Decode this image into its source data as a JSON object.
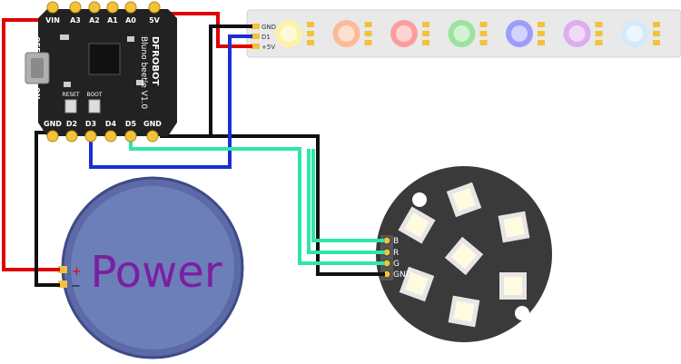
{
  "board": {
    "brand": "DFROBOT",
    "model": "Bluno beetle V1.0",
    "top_pins": [
      "VIN",
      "A3",
      "A2",
      "A1",
      "A0",
      "5V"
    ],
    "bottom_pins": [
      "GND",
      "D2",
      "D3",
      "D4",
      "D5",
      "GND"
    ],
    "switch_off": "OFF",
    "switch_on": "ON",
    "reset_label": "RESET",
    "boot_label": "BOOT"
  },
  "strip": {
    "pins": [
      "GND",
      "D1",
      "+5V"
    ],
    "led_colors": [
      "#fff59d",
      "#ffb38a",
      "#ff8f8f",
      "#8fe08f",
      "#8f8fff",
      "#d9a3f0",
      "#cfeaff"
    ]
  },
  "power": {
    "label": "Power",
    "plus": "+",
    "minus": "−",
    "label_color": "#7b1fa2",
    "fill_color": "#6d7fb8"
  },
  "ring": {
    "pins": [
      "B",
      "R",
      "G",
      "GND"
    ]
  },
  "wires": {
    "red": "#e00000",
    "black": "#111111",
    "blue": "#1a2fd0",
    "green": "#2ee6a8"
  }
}
